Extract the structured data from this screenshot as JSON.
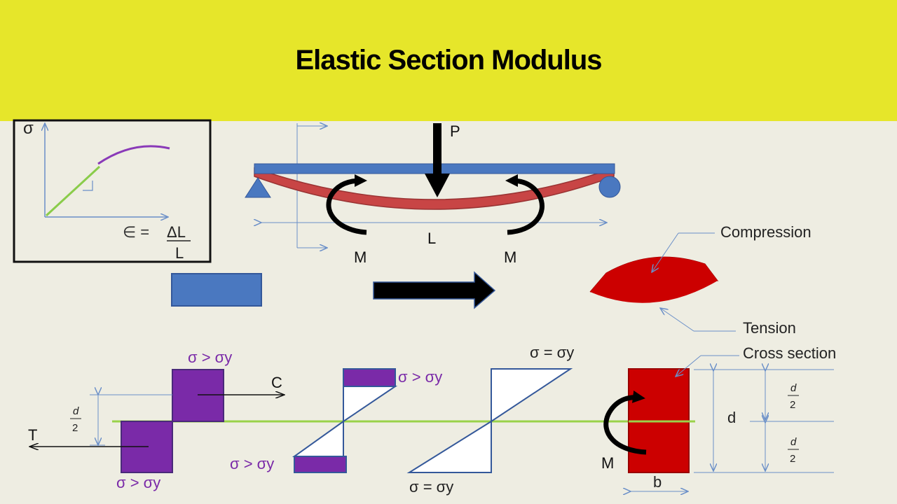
{
  "title": "Elastic Section Modulus",
  "graph": {
    "y_symbol": "σ",
    "x_label_left": "∈ =",
    "x_label_num": "ΔL",
    "x_label_den": "L"
  },
  "beam": {
    "load": "P",
    "length": "L",
    "moment_left": "M",
    "moment_right": "M"
  },
  "section_labels": {
    "compression": "Compression",
    "tension": "Tension",
    "cross_section": "Cross section"
  },
  "plastic": {
    "top_stress": "σ > σy",
    "bottom_stress": "σ > σy",
    "compression_force": "C",
    "tension_force": "T",
    "half_depth_num": "d",
    "half_depth_den": "2"
  },
  "partial": {
    "top_stress": "σ > σy",
    "bottom_stress": "σ > σy"
  },
  "elastic": {
    "top_stress": "σ = σy",
    "bottom_stress": "σ = σy"
  },
  "rect": {
    "moment": "M",
    "depth": "d",
    "width": "b",
    "upper_half_num": "d",
    "upper_half_den": "2",
    "lower_half_num": "d",
    "lower_half_den": "2"
  },
  "colors": {
    "banner": "#e6e62a",
    "background": "#eeede2",
    "beam_blue": "#4a78c0",
    "bent_red": "#c84040",
    "section_red": "#cc0000",
    "purple": "#7a2aa8",
    "curve_green": "#8acc4a",
    "neutral_axis": "#9ad24a",
    "dim_blue": "#6a8fc8"
  }
}
